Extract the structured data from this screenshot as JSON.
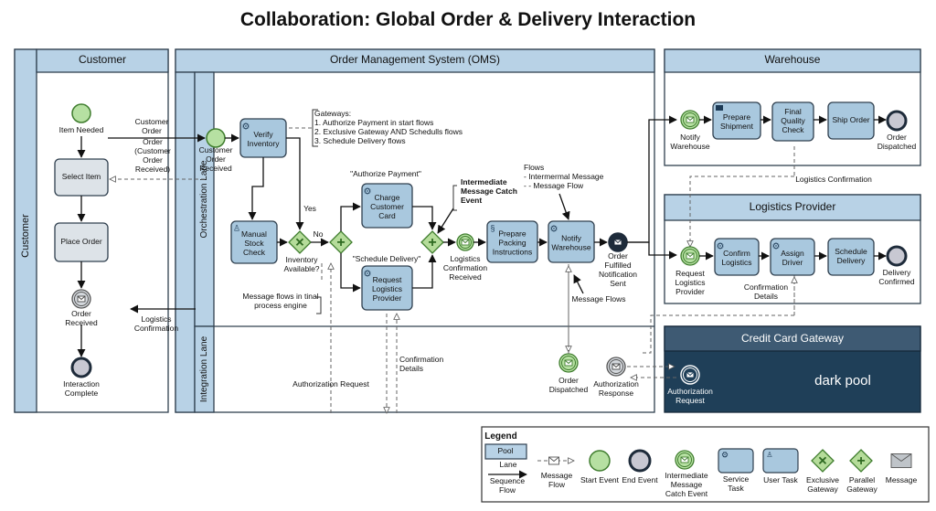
{
  "title": "Collaboration: Global Order & Delivery Interaction",
  "colors": {
    "pool_header": "#b8d2e6",
    "lane_fill": "#ffffff",
    "task_fill": "#a9c8de",
    "task_gray": "#dde3e8",
    "start_fill": "#b6e0a2",
    "end_fill": "#c8c8d2",
    "gateway_fill": "#b5dc9a",
    "dark_pool": "#1f3f58",
    "stroke": "#30404f"
  },
  "pools": {
    "customer": {
      "label": "Customer",
      "header": "Customer"
    },
    "oms": {
      "header": "Order Management System (OMS)",
      "lane1": "Orchestration Lane",
      "lane2": "Integration Lane"
    },
    "warehouse": {
      "header": "Warehouse"
    },
    "logistics": {
      "header": "Logistics Provider"
    },
    "ccg": {
      "header": "Credit Card Gateway",
      "body": "dark pool"
    }
  },
  "customer_nodes": {
    "item_needed": "Item Needed",
    "select_item": "Select Item",
    "place_order": "Place Order",
    "order_received": [
      "Order",
      "Received"
    ],
    "interaction_complete": [
      "Interaction",
      "Complete"
    ]
  },
  "oms_nodes": {
    "customer_order_received": [
      "Customer",
      "Order",
      "Received"
    ],
    "verify_inventory": [
      "Verify",
      "Inventory"
    ],
    "manual_stock_check": [
      "Manual",
      "Stock",
      "Check"
    ],
    "inventory_available": [
      "Inventory",
      "Available?"
    ],
    "yes": "Yes",
    "no": "No",
    "charge_customer_card": [
      "Charge",
      "Customer",
      "Card"
    ],
    "request_logistics_provider": [
      "Request",
      "Logistics",
      "Provider"
    ],
    "authorize_payment_caption": "\"Authorize Payment\"",
    "schedule_delivery_caption": "\"Schedule Delivery\"",
    "logistics_confirmation_received": [
      "Logistics",
      "Confirmation",
      "Received"
    ],
    "prepare_packing": [
      "Prepare",
      "Packing",
      "Instructions"
    ],
    "notify_warehouse": [
      "Notify",
      "Warehouse"
    ],
    "order_fulfilled": [
      "Order",
      "Fulfilled",
      "Notification",
      "Sent"
    ],
    "order_dispatched": [
      "Order",
      "Dispatched"
    ],
    "authorization_response": [
      "Authorization",
      "Response"
    ]
  },
  "warehouse_nodes": {
    "notify_warehouse": [
      "Notify",
      "Warehouse"
    ],
    "prepare_shipment": [
      "Prepare",
      "Shipment"
    ],
    "final_quality_check": [
      "Final",
      "Quality",
      "Check"
    ],
    "ship_order": "Ship Order",
    "order_dispatched": [
      "Order",
      "Dispatched"
    ]
  },
  "logistics_nodes": {
    "request_logistics_provider": [
      "Request",
      "Logistics",
      "Provider"
    ],
    "confirm_logistics": [
      "Confirm",
      "Logistics"
    ],
    "assign_driver": [
      "Assign",
      "Driver"
    ],
    "schedule_delivery": [
      "Schedule",
      "Delivery"
    ],
    "delivery_confirmed": [
      "Delivery",
      "Confirmed"
    ],
    "confirmation_details": [
      "Confirmation",
      "Details"
    ]
  },
  "ccg_nodes": {
    "authorization_request": [
      "Authorization",
      "Request"
    ]
  },
  "annotations": {
    "customer_order": [
      "Customer",
      "Order"
    ],
    "order_customer_order_received": [
      "Order",
      "(Customer",
      "Order",
      "Received)"
    ],
    "logistics_confirmation_left": [
      "Logistics",
      "Confirmation"
    ],
    "gateways": [
      "Gateways:",
      "1. Authorize Payment in start flows",
      "2. Exclusive Gateway AND Schedulls flows",
      "3. Schedule Delivery flows"
    ],
    "intermediate_message": [
      "Intermediate",
      "Message Catch",
      "Event"
    ],
    "flows": [
      "Flows",
      "- Intermermal Message",
      "- - Message Flow"
    ],
    "message_flows_final": [
      "Message flows in tinal",
      "process engine"
    ],
    "message_flows": "Message Flows",
    "authorization_request_label": "Authorization Request",
    "confirmation_details_label": [
      "Confirmation",
      "Details"
    ],
    "logistics_confirmation_top": "Logistics Confirmation"
  },
  "legend": {
    "title": "Legend",
    "pool": "Pool",
    "lane": "Lane",
    "sequence_flow": [
      "Sequence",
      "Flow"
    ],
    "message_flow": [
      "Message",
      "Flow"
    ],
    "start_event": "Start Event",
    "end_event": "End Event",
    "intermediate": [
      "Intermediate",
      "Message",
      "Catch Event"
    ],
    "service_task": [
      "Service",
      "Task"
    ],
    "user_task": "User Task",
    "exclusive_gateway": [
      "Exclusive",
      "Gateway"
    ],
    "parallel_gateway": [
      "Parallel",
      "Gateway"
    ],
    "message": "Message"
  }
}
